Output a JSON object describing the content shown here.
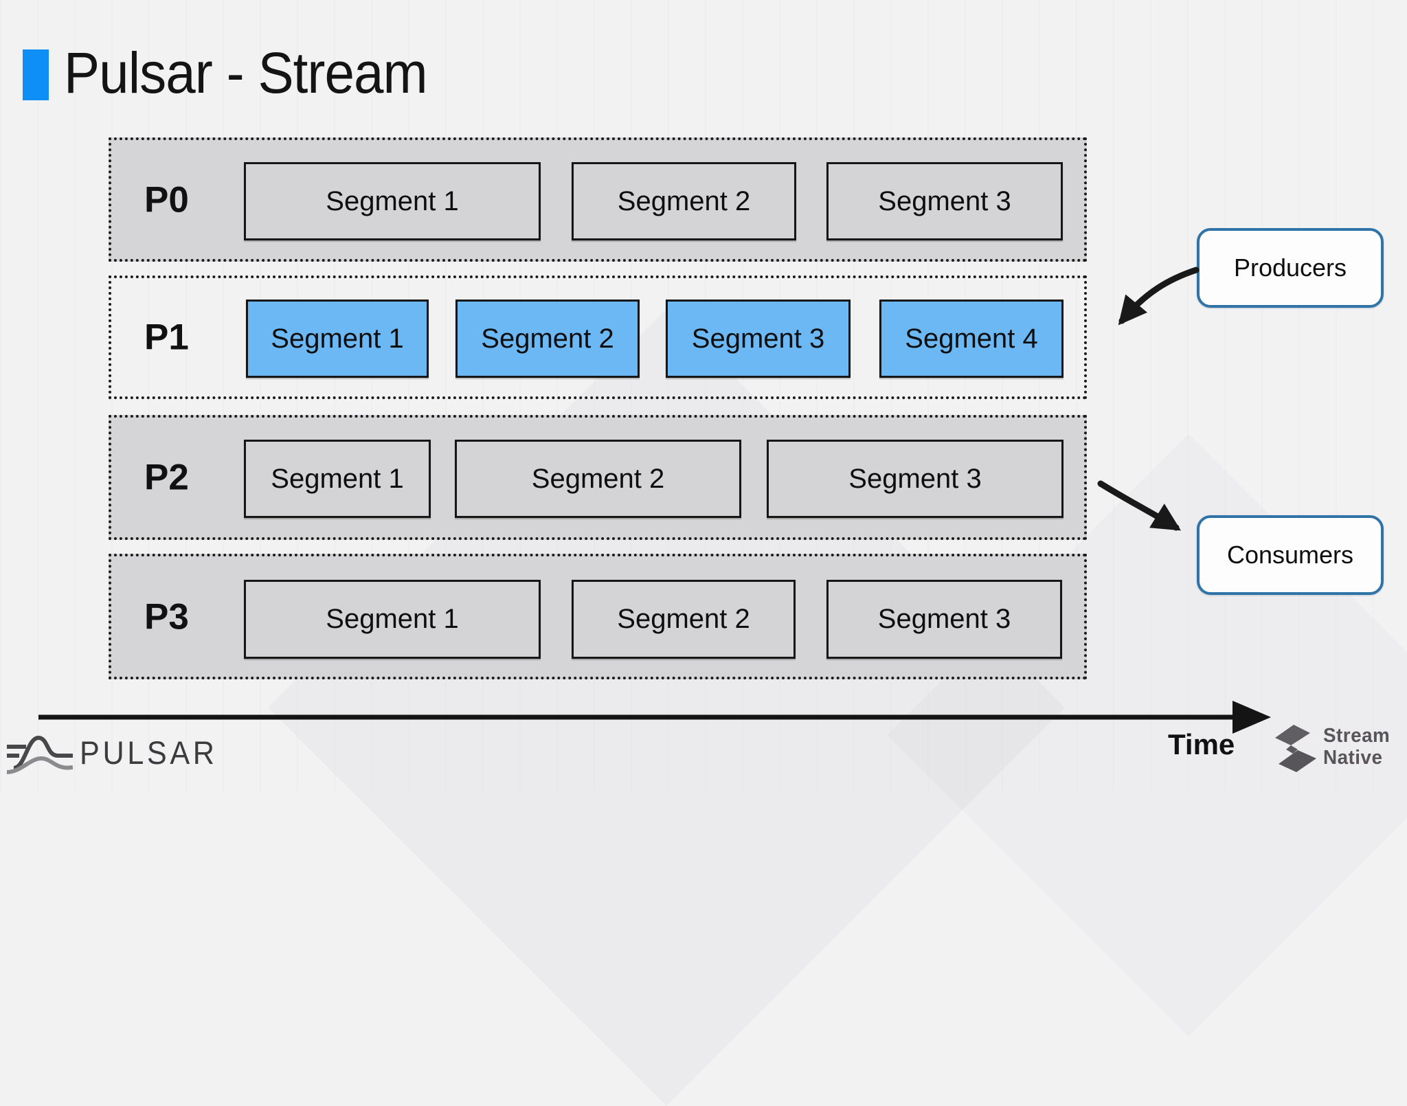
{
  "slide": {
    "title": "Pulsar - Stream"
  },
  "partitions": [
    {
      "label": "P0",
      "highlighted": false,
      "segments": [
        "Segment 1",
        "Segment 2",
        "Segment 3"
      ]
    },
    {
      "label": "P1",
      "highlighted": true,
      "segments": [
        "Segment 1",
        "Segment 2",
        "Segment 3",
        "Segment 4"
      ]
    },
    {
      "label": "P2",
      "highlighted": false,
      "segments": [
        "Segment 1",
        "Segment 2",
        "Segment 3"
      ]
    },
    {
      "label": "P3",
      "highlighted": false,
      "segments": [
        "Segment 1",
        "Segment 2",
        "Segment 3"
      ]
    }
  ],
  "callouts": {
    "producers": "Producers",
    "consumers": "Consumers"
  },
  "timeline": {
    "label": "Time"
  },
  "branding": {
    "pulsar_wordmark": "PULSAR",
    "streamnative_word1": "Stream",
    "streamnative_word2": "Native"
  },
  "colors": {
    "title_accent": "#0d8ff5",
    "highlight_segment_fill": "#6cb8f5",
    "row_fill": "#d5d5d7",
    "segment_fill": "#d4d4d6",
    "callout_border": "#2f73a7",
    "ink": "#1a1a1a",
    "background": "#f2f2f3"
  }
}
